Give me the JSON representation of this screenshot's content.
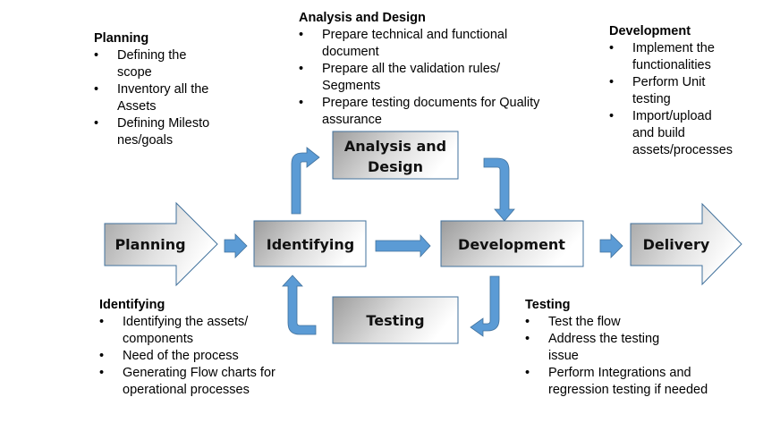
{
  "colors": {
    "connector_arrow": "#5b9bd5",
    "connector_outline": "#41719c",
    "box_border": "#41719c",
    "box_gradient_dark": "#9c9c9c",
    "box_gradient_light": "#ffffff"
  },
  "stages": {
    "planning": "Planning",
    "identifying": "Identifying",
    "analysis_design_line1": "Analysis and",
    "analysis_design_line2": "Design",
    "development": "Development",
    "testing": "Testing",
    "delivery": "Delivery"
  },
  "notes": {
    "planning": {
      "title": "Planning",
      "items": [
        "Defining the scope",
        "Inventory all the Assets",
        "Defining Milestones/goals"
      ]
    },
    "analysis_design": {
      "title": "Analysis and Design",
      "items": [
        "Prepare technical and functional document",
        "Prepare all the validation rules/ Segments",
        "Prepare testing documents for Quality assurance"
      ]
    },
    "development": {
      "title": "Development",
      "items": [
        "Implement the functionalities",
        "Perform Unit testing",
        "Import/upload and build assets/processes"
      ]
    },
    "identifying": {
      "title": "Identifying",
      "items": [
        "Identifying the assets/ components",
        "Need of the process",
        "Generating Flow charts for operational processes"
      ]
    },
    "testing": {
      "title": "Testing",
      "items": [
        "Test the flow",
        "Address the testing issue",
        "Perform Integrations and regression testing if needed"
      ]
    }
  }
}
